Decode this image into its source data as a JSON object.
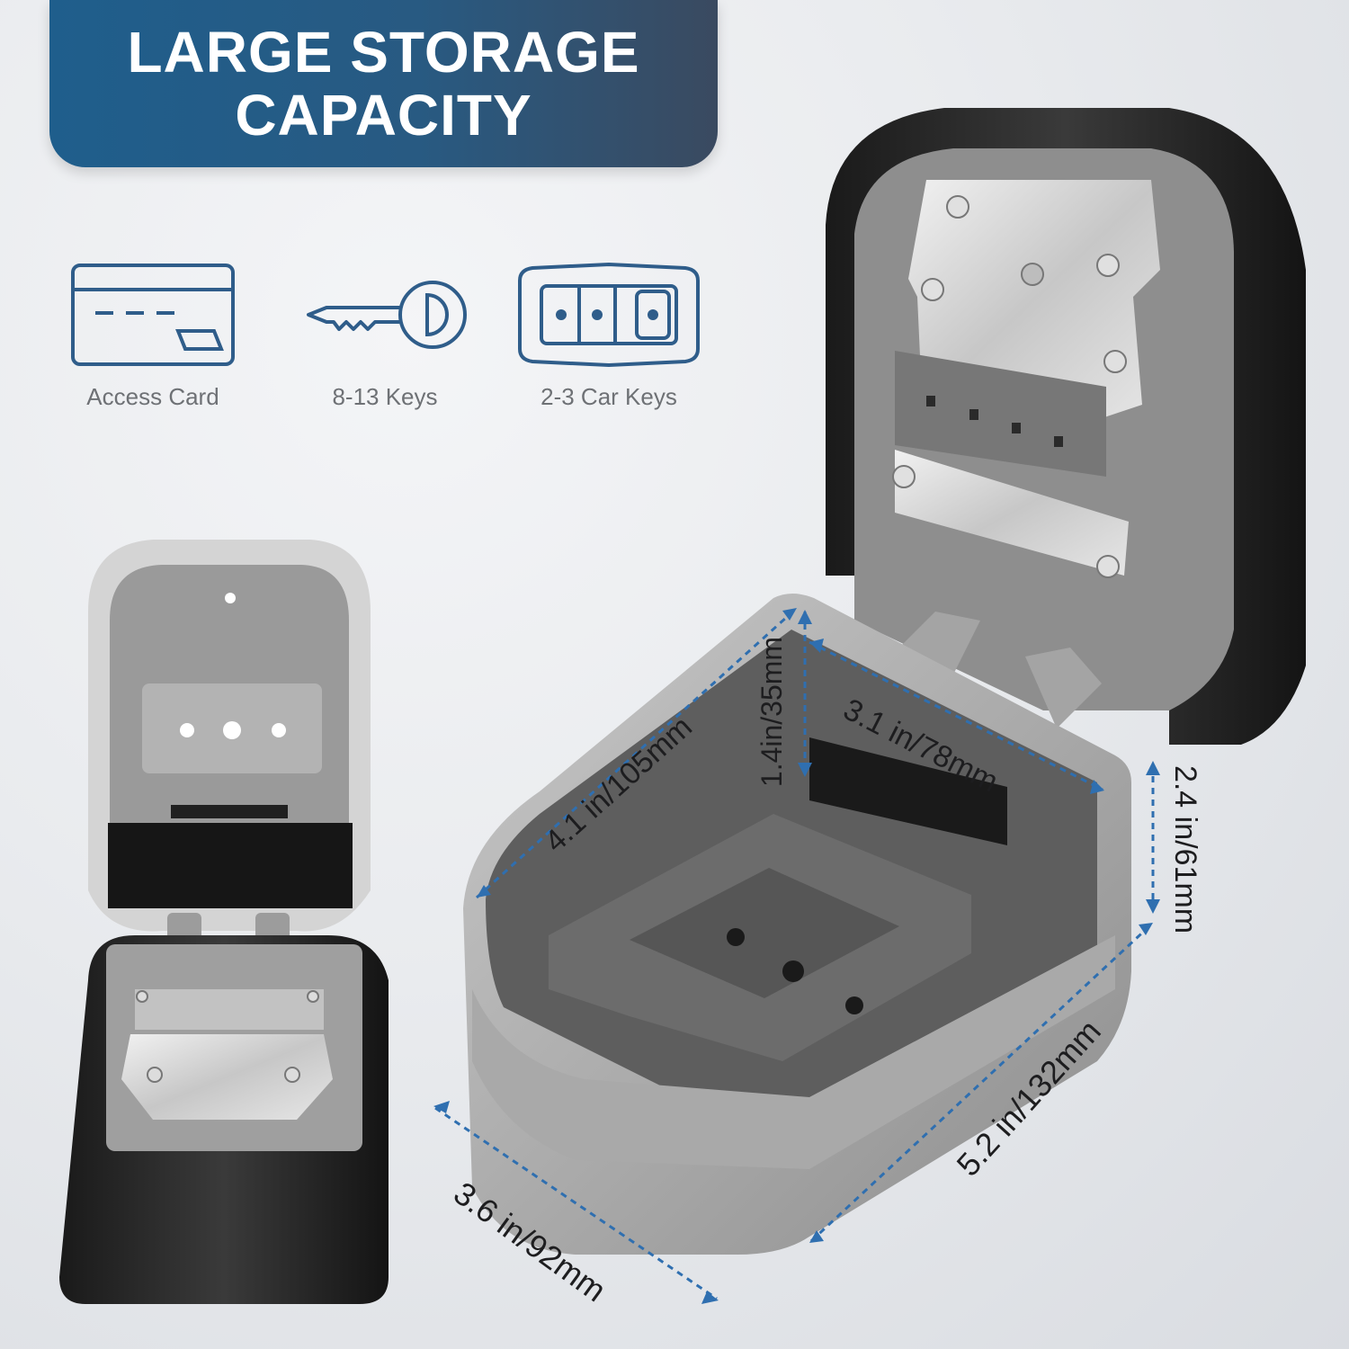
{
  "banner": {
    "line1": "LARGE STORAGE",
    "line2": "CAPACITY"
  },
  "features": [
    {
      "icon": "access-card-icon",
      "label": "Access Card"
    },
    {
      "icon": "key-icon",
      "label": "8-13 Keys"
    },
    {
      "icon": "car-key-icon",
      "label": "2-3 Car Keys"
    }
  ],
  "dimensions": {
    "depth_inner": "4.1 in/105mm",
    "height_inner": "1.4in/35mm",
    "width_inner": "3.1 in/78mm",
    "height_outer": "2.4 in/61mm",
    "length_outer": "5.2 in/132mm",
    "width_outer": "3.6 in/92mm"
  },
  "colors": {
    "banner_start": "#1f5e8c",
    "banner_end": "#3a4a60",
    "icon_stroke": "#2f5d8a",
    "dimension_arrow": "#2f6fb0"
  }
}
